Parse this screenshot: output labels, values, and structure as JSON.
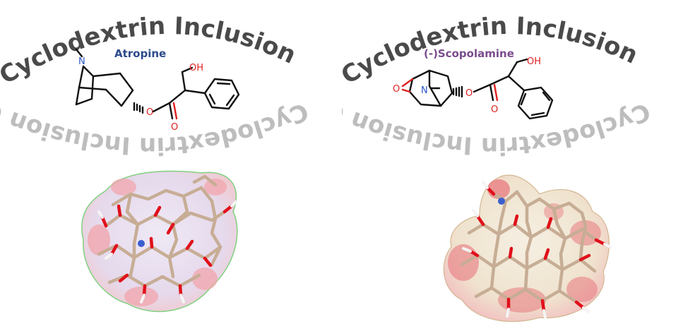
{
  "ring_text": "Cyclodextrin Inclusion Complex",
  "left": {
    "title": "Atropine",
    "title_color": "#2d4a8a",
    "atoms": {
      "n": "N",
      "oh": "OH",
      "o_ester": "O",
      "o_carbonyl": "O"
    },
    "surface_color": "#e8def0"
  },
  "right": {
    "title": "(-)Scopolamine",
    "title_color": "#7a4c8c",
    "atoms": {
      "n": "N",
      "oh": "OH",
      "o_ester": "O",
      "o_carbonyl": "O",
      "o_epoxide": "O"
    },
    "surface_color": "#f3e9d8"
  },
  "colors": {
    "oxygen": "#e02020",
    "nitrogen": "#2a55c8",
    "carbon_stick": "#c7ad95"
  }
}
